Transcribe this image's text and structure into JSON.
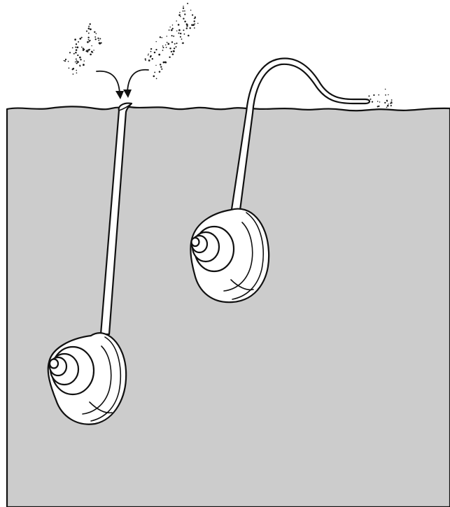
{
  "colors": {
    "sediment": "#cccccc",
    "outline": "#111111",
    "shell": "#ffffff",
    "background": "#ffffff"
  },
  "illustration": {
    "labels": [],
    "icons": [
      "sediment-block",
      "buried-snail-feeding-siphon",
      "buried-snail-curved-siphon",
      "water-current-arrows",
      "suspended-particles"
    ]
  }
}
